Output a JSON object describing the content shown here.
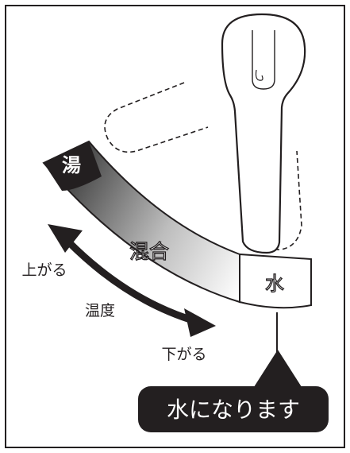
{
  "diagram": {
    "zone_hot": "湯",
    "zone_mix": "混合",
    "zone_cold": "水",
    "arrow_up_label": "上がる",
    "arrow_temp_label": "温度",
    "arrow_down_label": "下がる",
    "callout_text": "水になります"
  },
  "colors": {
    "ink": "#231f20",
    "paper": "#ffffff",
    "gradient_dark": "#3a3a3a",
    "gradient_light": "#ffffff"
  }
}
